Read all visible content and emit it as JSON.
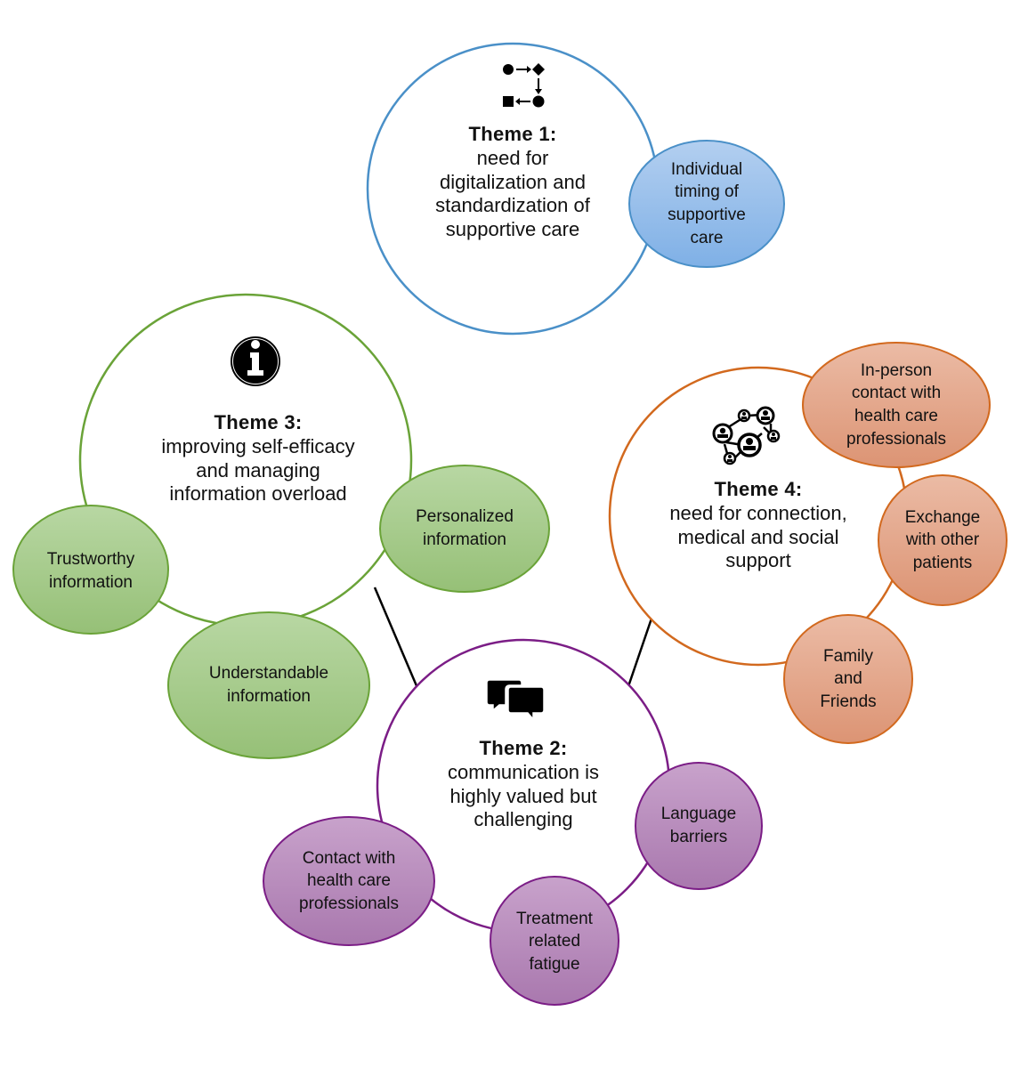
{
  "themes": [
    {
      "id": "theme1",
      "icon": "flowchart-process-icon",
      "title": "Theme 1:",
      "description_lines": [
        "need for",
        "digitalization and",
        "standardization of",
        "supportive care"
      ],
      "color": "#4a90c8",
      "subthemes": [
        {
          "lines": [
            "Individual",
            "timing of",
            "supportive",
            "care"
          ],
          "fill_top": "#a9c8ec",
          "fill_bottom": "#7fb0e4"
        }
      ]
    },
    {
      "id": "theme2",
      "icon": "speech-bubbles-icon",
      "title": "Theme 2:",
      "description_lines": [
        "communication is",
        "highly valued but",
        "challenging"
      ],
      "color": "#7b1d86",
      "subthemes": [
        {
          "lines": [
            "Language",
            "barriers"
          ]
        },
        {
          "lines": [
            "Treatment",
            "related",
            "fatigue"
          ]
        },
        {
          "lines": [
            "Contact with",
            "health care",
            "professionals"
          ]
        }
      ]
    },
    {
      "id": "theme3",
      "icon": "information-icon",
      "title": "Theme 3:",
      "description_lines": [
        "improving self-efficacy",
        "and managing",
        "information overload"
      ],
      "color": "#6aa338",
      "subthemes": [
        {
          "lines": [
            "Personalized",
            "information"
          ]
        },
        {
          "lines": [
            "Trustworthy",
            "information"
          ]
        },
        {
          "lines": [
            "Understandable",
            "information"
          ]
        }
      ]
    },
    {
      "id": "theme4",
      "icon": "network-people-icon",
      "title": "Theme 4:",
      "description_lines": [
        "need for connection,",
        "medical and social",
        "support"
      ],
      "color": "#d2691e",
      "subthemes": [
        {
          "lines": [
            "In-person",
            "contact with",
            "health care",
            "professionals"
          ]
        },
        {
          "lines": [
            "Exchange",
            "with other",
            "patients"
          ]
        },
        {
          "lines": [
            "Family",
            "and",
            "Friends"
          ]
        }
      ]
    }
  ],
  "colors": {
    "theme1_stroke": "#4a90c8",
    "theme2_stroke": "#7b1d86",
    "theme3_stroke": "#6aa338",
    "theme4_stroke": "#d2691e",
    "purple_fill": "#b583b8",
    "green_fill": "#a5ca8a",
    "orange_fill": "#e2a286",
    "blue_fill": "#95bde9",
    "connector": "#000000"
  }
}
